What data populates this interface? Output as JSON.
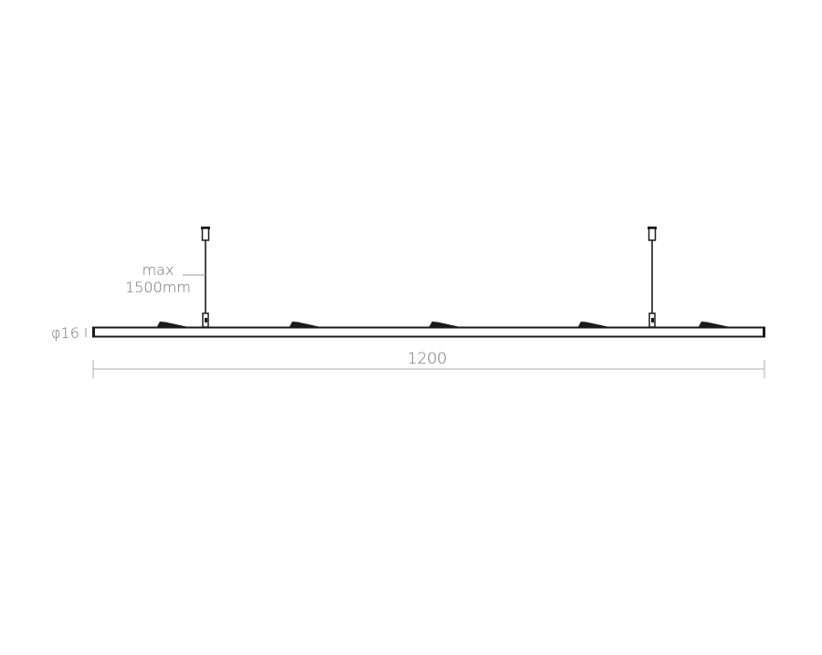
{
  "diagram": {
    "type": "technical-drawing",
    "subject": "suspended linear track with spotlights",
    "labels": {
      "diameter": "φ16",
      "suspension_max_line1": "max",
      "suspension_max_line2": "1500mm",
      "length": "1200"
    },
    "components": {
      "suspension_cables": 2,
      "spotlights": 5
    },
    "colors": {
      "line": "#1a1a1a",
      "dimension": "#c8c8c8",
      "text": "#6e6e6e",
      "background": "#ffffff"
    }
  }
}
